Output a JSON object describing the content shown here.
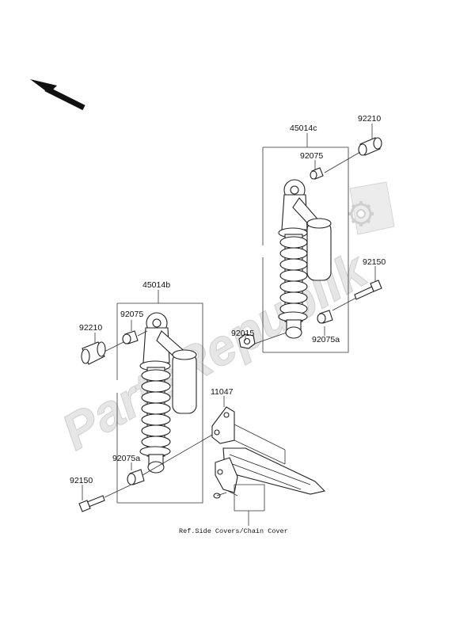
{
  "watermark": {
    "text": "PartsRepublik",
    "color": "#e6e6e6",
    "icon": "gear-icon"
  },
  "direction_icon": "arrow-icon",
  "labels": {
    "shock_right": "45014c",
    "shock_left": "45014b",
    "bushing_top_right": "92210",
    "collar_top_right": "92075",
    "bolt_right": "92150",
    "nut_right": "92015",
    "collar_bottom_right": "92075a",
    "bushing_left": "92210",
    "collar_top_left": "92075",
    "bracket": "11047",
    "collar_bottom_left": "92075a",
    "bolt_left": "92150",
    "reference": "Ref.Side Covers/Chain Cover"
  }
}
